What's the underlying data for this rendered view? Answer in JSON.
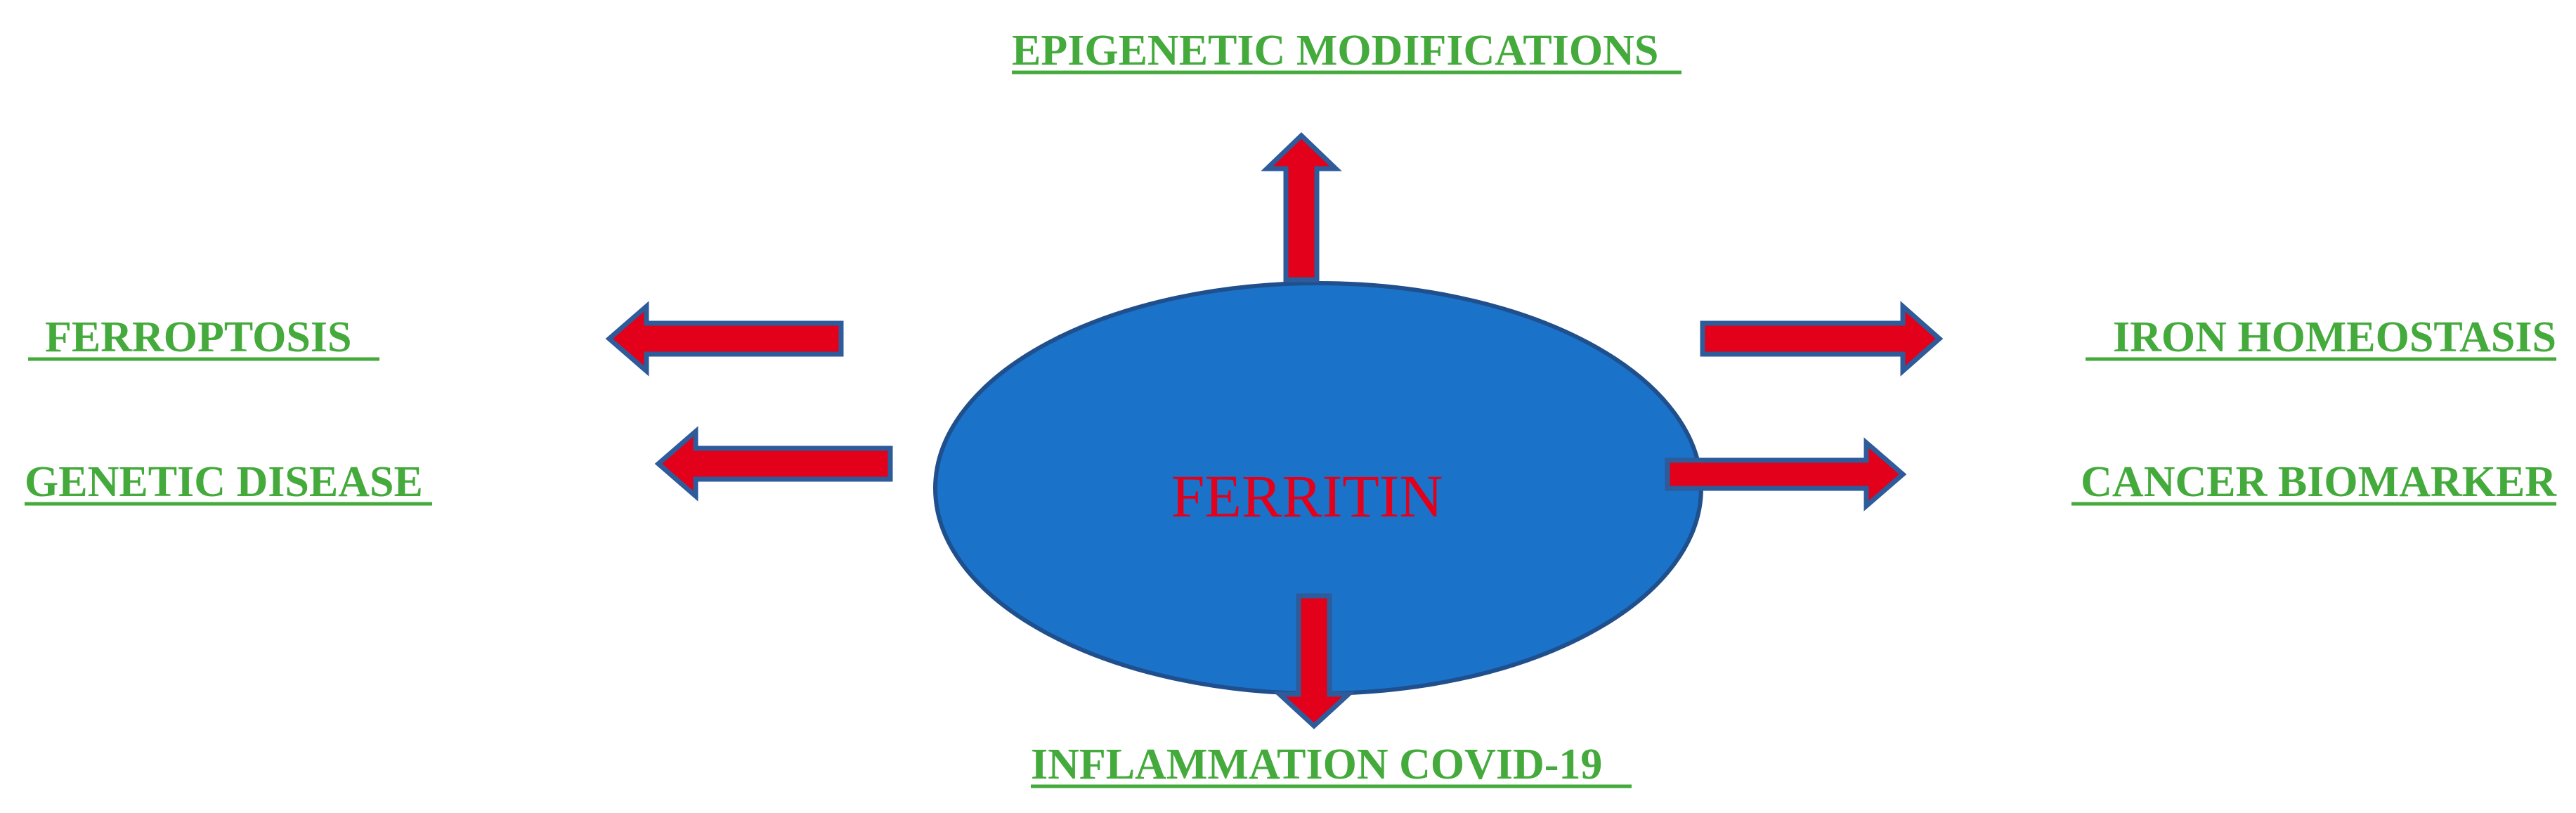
{
  "diagram": {
    "center": {
      "label": "FERRITIN"
    },
    "labels": {
      "top": "EPIGENETIC MODIFICATIONS",
      "left_upper": "FERROPTOSIS",
      "left_lower": "GENETIC DISEASE",
      "right_upper": "IRON HOMEOSTASIS",
      "right_lower": "CANCER BIOMARKER",
      "bottom": "INFLAMMATION COVID-19"
    },
    "colors": {
      "label_text": "#44AA3C",
      "arrow_fill": "#E3001B",
      "arrow_outline": "#2E5B9A",
      "ellipse_fill": "#1A72C9",
      "center_text": "#E3001B"
    }
  }
}
